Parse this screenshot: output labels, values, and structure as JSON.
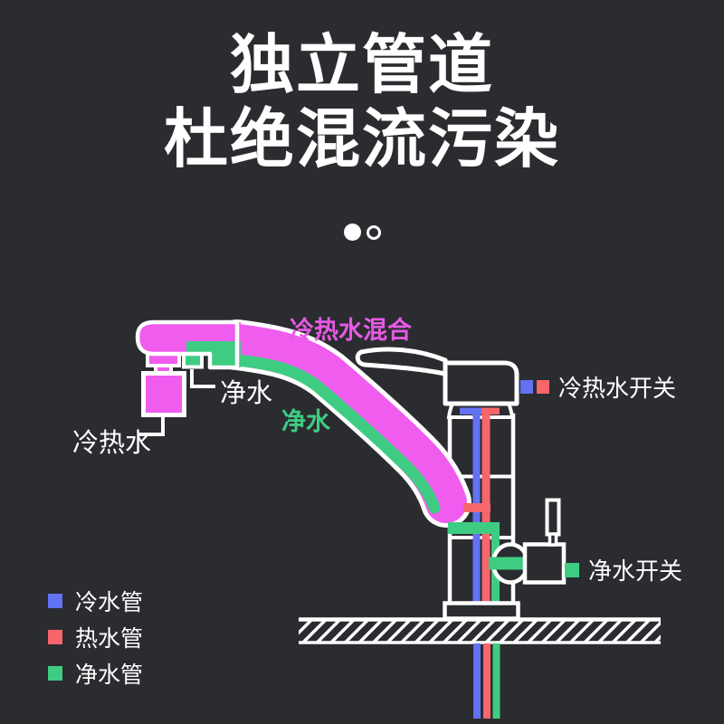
{
  "page": {
    "background": "#2a2c30",
    "title_line1": "独立管道",
    "title_line2": "杜绝混流污染"
  },
  "carousel": {
    "dots_total": 2,
    "active_dot_index": 0
  },
  "colors": {
    "mixed_water_pink": "#f05cee",
    "pure_water_green": "#3ecc82",
    "cold_water_blue": "#6372f2",
    "hot_water_red": "#f6666b",
    "outline_white": "#ffffff",
    "background_dark": "#2a2c30"
  },
  "diagram": {
    "labels": {
      "mixed_water": "冷热水混合",
      "pure_water_pipe": "净水",
      "pure_water_outlet": "净水",
      "hot_cold_outlet": "冷热水",
      "hot_cold_switch": "冷热水开关",
      "pure_water_switch": "净水开关"
    }
  },
  "legend": {
    "items": [
      {
        "label": "冷水管",
        "color": "#6372f2"
      },
      {
        "label": "热水管",
        "color": "#f6666b"
      },
      {
        "label": "净水管",
        "color": "#3ecc82"
      }
    ]
  }
}
